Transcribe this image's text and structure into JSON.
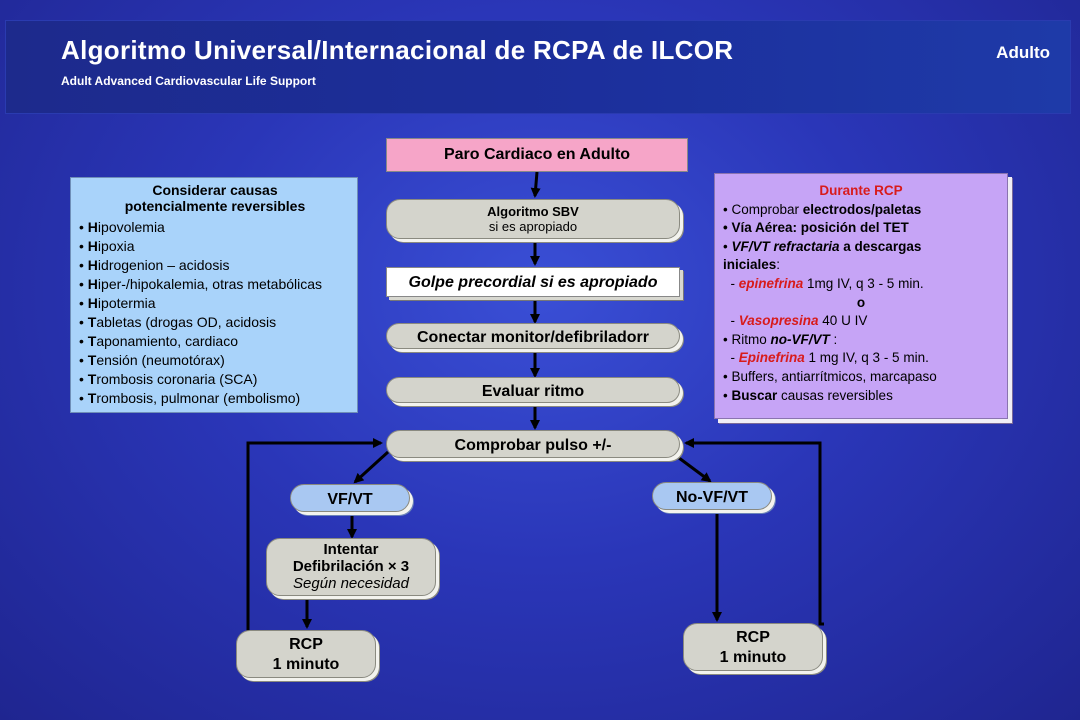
{
  "header": {
    "title": "Algoritmo Universal/Internacional de RCPA de ILCOR",
    "subtitle": "Adult Advanced Cardiovascular Life Support",
    "badge": "Adulto"
  },
  "flow": {
    "paro": "Paro Cardiaco en Adulto",
    "sbv_line1": "Algoritmo SBV",
    "sbv_line2": "si es apropiado",
    "golpe": "Golpe precordial si es apropiado",
    "conectar": "Conectar monitor/defibriladorr",
    "evaluar": "Evaluar ritmo",
    "comprobar": "Comprobar pulso +/-",
    "vfvt": "VF/VT",
    "novfvt": "No-VF/VT",
    "intentar_line1": "Intentar",
    "intentar_line2": "Defibrilación × 3",
    "intentar_line3": "Según necesidad",
    "rcp_left_line1": "RCP",
    "rcp_left_line2": "1 minuto",
    "rcp_right_line1": "RCP",
    "rcp_right_line2": "1 minuto"
  },
  "causas": {
    "heading_line1": "Considerar causas",
    "heading_line2": "potencialmente  reversibles",
    "items": [
      {
        "initial": "H",
        "rest": "ipovolemia"
      },
      {
        "initial": "H",
        "rest": "ipoxia"
      },
      {
        "initial": "H",
        "rest": "idrogenion – acidosis"
      },
      {
        "initial": "H",
        "rest": "iper-/hipokalemia, otras metabólicas"
      },
      {
        "initial": "H",
        "rest": "ipotermia"
      },
      {
        "initial": "T",
        "rest": "abletas  (drogas OD, acidosis"
      },
      {
        "initial": "T",
        "rest": "aponamiento, cardiaco"
      },
      {
        "initial": "T",
        "rest": "ensión (neumotórax)"
      },
      {
        "initial": "T",
        "rest": "rombosis  coronaria (SCA)"
      },
      {
        "initial": "T",
        "rest": "rombosis, pulmonar (embolismo)"
      }
    ]
  },
  "durante": {
    "heading": "Durante RCP",
    "l1a": "• Comprobar ",
    "l1b": "electrodos/paletas",
    "l2": "• Vía Aérea: posición del TET",
    "l3a": "• ",
    "l3b": "VF/VT refractaria",
    "l3c": "  a descargas",
    "l4": "iniciales",
    "l4b": ":",
    "l5a": "  - ",
    "l5b": "epinefrina",
    "l5c": " 1mg IV, q 3 - 5 min.",
    "l6": "o",
    "l7a": "  - ",
    "l7b": "Vasopresina",
    "l7c": " 40 U IV",
    "l8a": "• Ritmo ",
    "l8b": "no-VF/VT",
    "l8c": " :",
    "l9a": "  - ",
    "l9b": "Epinefrina",
    "l9c": " 1 mg IV, q 3 - 5 min.",
    "l10": "• Buffers, antiarrítmicos, marcapaso",
    "l11a": "• ",
    "l11b": "Buscar",
    "l11c": " causas reversibles"
  },
  "colors": {
    "background": "#2a36b8",
    "paro_fill": "#f6a5c8",
    "causas_fill": "#a9d3fa",
    "durante_fill": "#c6a4f6",
    "pill_fill": "#d4d4cc",
    "pill_blue_fill": "#a9c8f2",
    "highlight_red": "#d81b1b"
  }
}
